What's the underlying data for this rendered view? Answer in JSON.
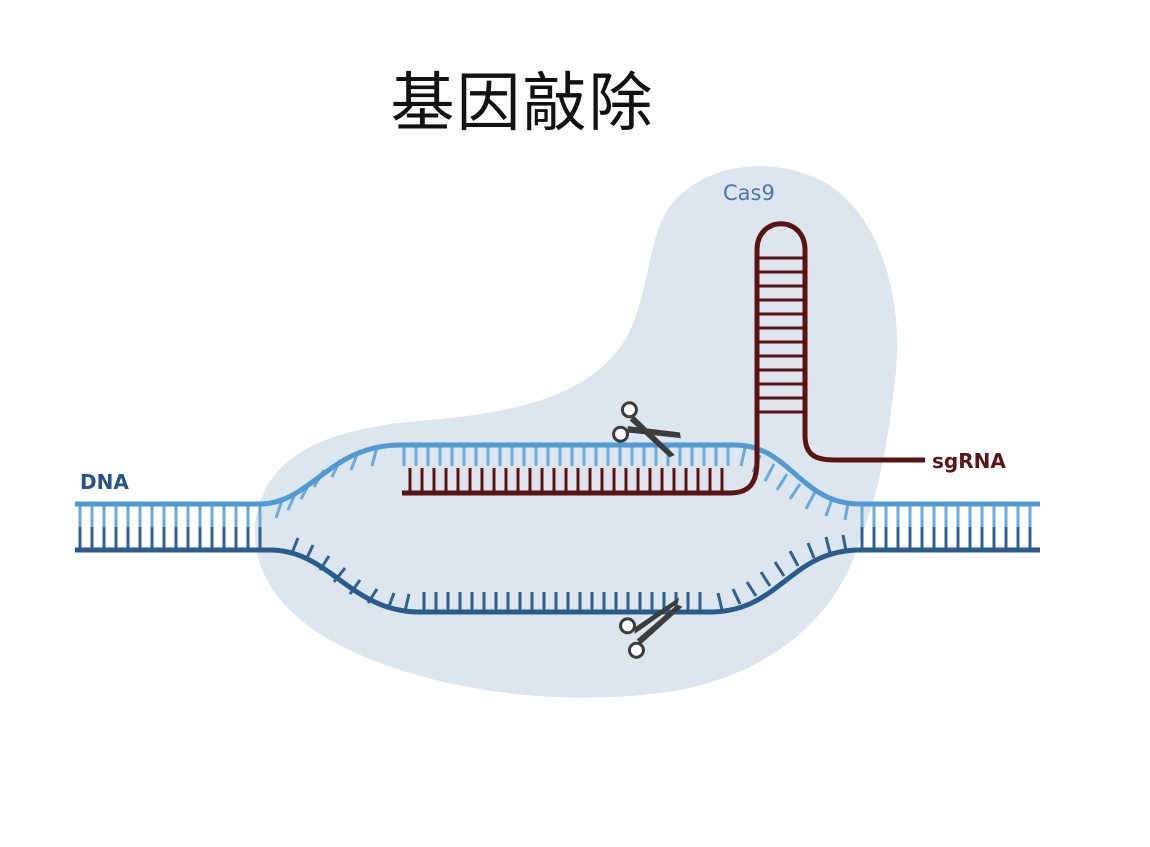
{
  "title": "基因敲除",
  "labels": {
    "dna": "DNA",
    "cas9": "Cas9",
    "sgrna": "sgRNA"
  },
  "colors": {
    "dna_top_strand": "#4f9ad6",
    "dna_bottom_strand": "#2a5b8f",
    "dna_rungs_light": "#6aa9dc",
    "dna_rungs_dark": "#2f5f93",
    "sgrna": "#5a1212",
    "cas9_blob": "#dde6ee",
    "scissors": "#3c3c3c"
  },
  "icons": [
    "scissors-icon",
    "scissors-icon"
  ]
}
